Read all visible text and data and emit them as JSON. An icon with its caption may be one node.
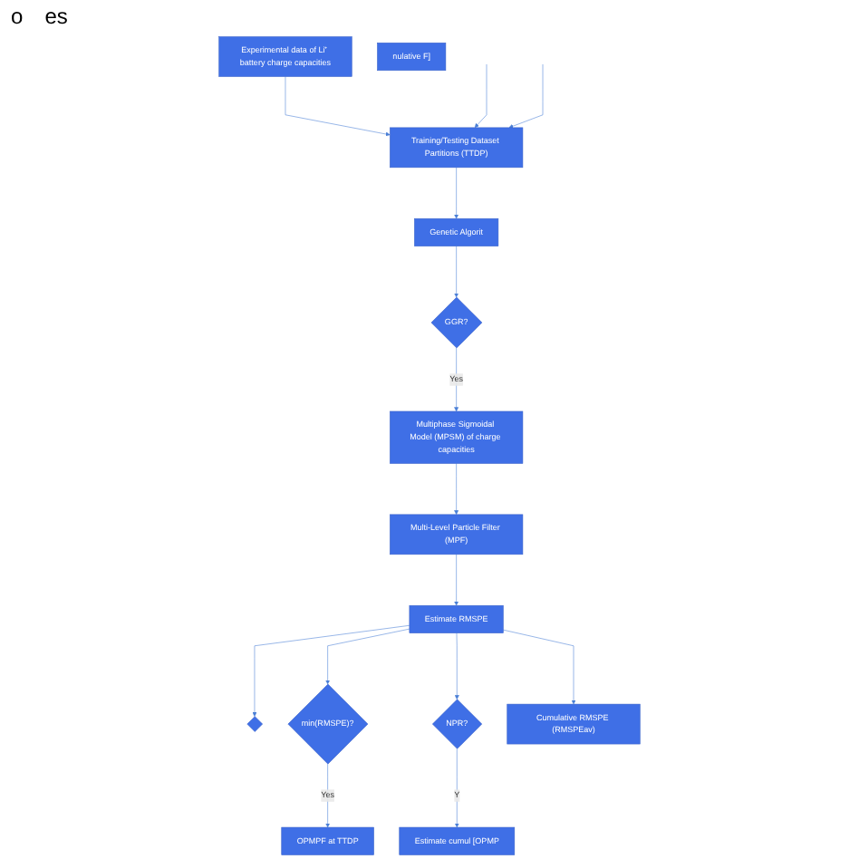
{
  "diagram": {
    "nodes": [
      {
        "text": [
          "Experimental data of Li⁺ battery charge capacities"
        ]
      },
      {
        "text": [
          "Training/Testing Dataset Partitions (TTDP)"
        ]
      },
      {
        "text": [
          "Genetic Algorit"
        ]
      },
      {
        "text": [
          "GGR?"
        ]
      },
      {
        "text": [
          "Multiphase Sigmoidal Model (MPSM) of charge capacities"
        ]
      },
      {
        "text": [
          "Multi-Level Particle Filter (MPF)"
        ]
      },
      {
        "text": [
          "Estimate RMSPE"
        ]
      },
      {
        "text": [],
        "shape": "diamond"
      },
      {
        "text": [
          "min(RMSPE)?"
        ]
      },
      {
        "text": [
          "NPR?"
        ]
      },
      {
        "text": [
          "nulative F]"
        ]
      },
      {
        "text": [
          "OPMPF at TTDP"
        ]
      },
      {
        "text": [
          "Cumulative RMSPE (RMSPEav)"
        ]
      },
      {
        "text": [
          "Estimate cumul [OPMP"
        ]
      }
    ],
    "edges": [
      {
        "from": 0,
        "to": 1,
        "arrow": "to"
      },
      {
        "from": null,
        "to": 1,
        "arrow": "to"
      },
      {
        "from": null,
        "to": 1,
        "arrow": "to"
      },
      {
        "from": 1,
        "to": 2,
        "arrow": "to"
      },
      {
        "from": 2,
        "to": 3,
        "arrow": "to"
      },
      {
        "from": 3,
        "to": 4,
        "arrow": "to",
        "label": "Yes"
      },
      {
        "from": 4,
        "to": 5,
        "arrow": "to"
      },
      {
        "from": 5,
        "to": 6,
        "arrow": "to"
      },
      {
        "from": 6,
        "to": 7,
        "arrow": "to"
      },
      {
        "from": 6,
        "to": 8,
        "arrow": "to"
      },
      {
        "from": 6,
        "to": 12,
        "arrow": "to"
      },
      {
        "from": 6,
        "to": 9,
        "arrow": "to"
      },
      {
        "from": 8,
        "to": 11,
        "arrow": "to",
        "label": "Yes"
      },
      {
        "from": 9,
        "to": 13,
        "arrow": "to",
        "label": "Y"
      }
    ],
    "labels": [
      "o",
      "es"
    ]
  }
}
